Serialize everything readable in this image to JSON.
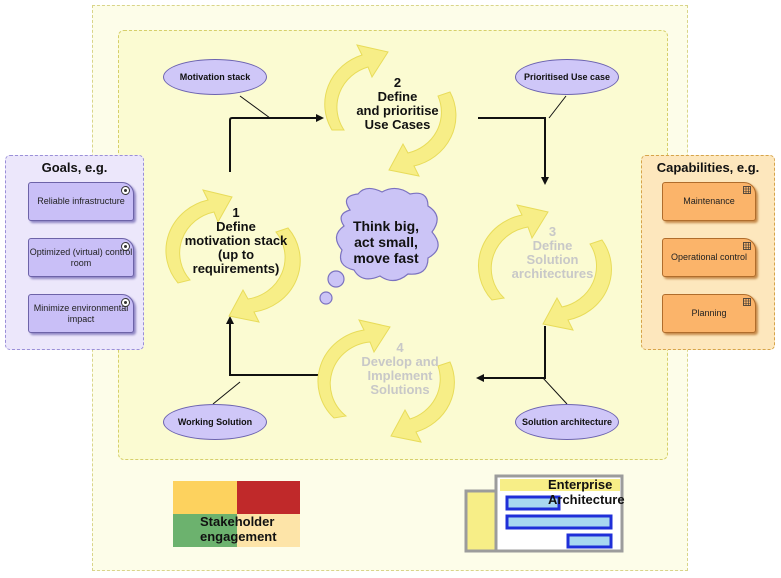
{
  "goals": {
    "title": "Goals, e.g.",
    "items": [
      "Reliable infrastructure",
      "Optimized (virtual) control room",
      "Minimize environmental impact"
    ]
  },
  "capabilities": {
    "title": "Capabilities, e.g.",
    "items": [
      "Maintenance",
      "Operational control",
      "Planning"
    ]
  },
  "artifacts": {
    "motivation_stack": "Motivation stack",
    "prioritised_use_case": "Prioritised Use case",
    "working_solution": "Working Solution",
    "solution_architecture": "Solution architecture"
  },
  "steps": {
    "step1": "1\nDefine\nmotivation stack\n(up to\nrequirements)",
    "step2": "2\nDefine\nand prioritise\nUse Cases",
    "step3": "3\nDefine\nSolution\narchitectures",
    "step4": "4\nDevelop and\nImplement\nSolutions"
  },
  "thought_cloud": "Think big,\nact small,\nmove fast",
  "stakeholder_label": "Stakeholder\nengagement",
  "enterprise_label": "Enterprise\nArchitecture",
  "colors": {
    "cycle_arrow": "#f7ee87",
    "cloud": "#cbc4f6",
    "stake_q1": "#fdd25e",
    "stake_q2": "#c0292a",
    "stake_q3": "#6cb26e",
    "stake_q4": "#fde4a8"
  }
}
